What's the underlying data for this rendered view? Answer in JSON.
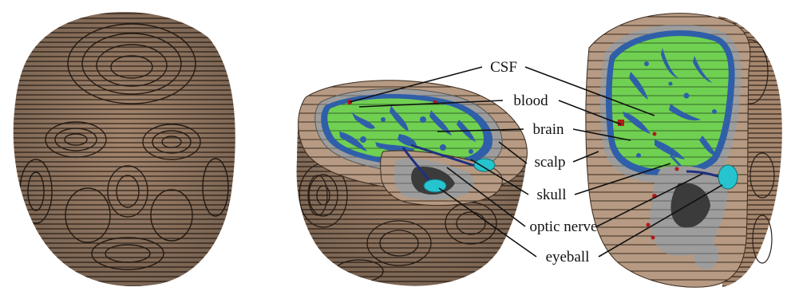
{
  "labels": {
    "csf": "CSF",
    "blood": "blood",
    "brain": "brain",
    "scalp": "scalp",
    "skull": "skull",
    "optic_nerve": "optic nerve",
    "eyeball": "eyeball"
  },
  "colors": {
    "skin": "#a78a72",
    "skin_dark": "#6f5847",
    "contour": "#2a1f17",
    "skull": "#9b9b9b",
    "csf": "#2f5fa8",
    "brain": "#6ccf4f",
    "blood": "#b21a1a",
    "eyeball": "#26c4cf",
    "optic_nerve": "#1f2f80"
  }
}
